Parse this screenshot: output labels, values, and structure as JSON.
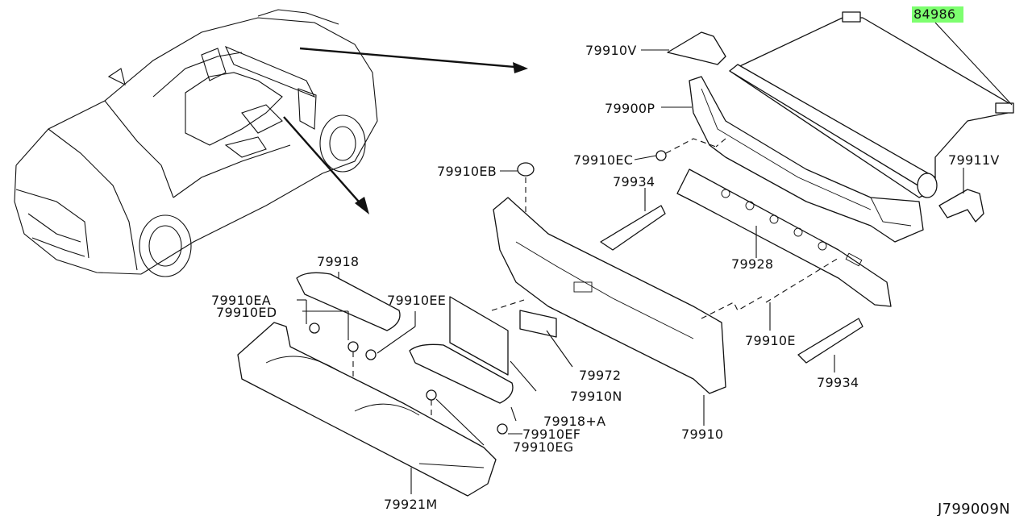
{
  "drawing_code": "J799009N",
  "highlight_color": "#7dff6f",
  "parts": {
    "p84986": "84986",
    "p79910V": "79910V",
    "p79900P": "79900P",
    "p79910EC": "79910EC",
    "p79911V": "79911V",
    "p79910EB": "79910EB",
    "p79934a": "79934",
    "p79928": "79928",
    "p79918": "79918",
    "p79910EA": "79910EA",
    "p79910ED": "79910ED",
    "p79910EE": "79910EE",
    "p79910E": "79910E",
    "p79934b": "79934",
    "p79972": "79972",
    "p79910N": "79910N",
    "p79918A": "79918+A",
    "p79910EF": "79910EF",
    "p79910EG": "79910EG",
    "p79910": "79910",
    "p79921M": "79921M"
  }
}
